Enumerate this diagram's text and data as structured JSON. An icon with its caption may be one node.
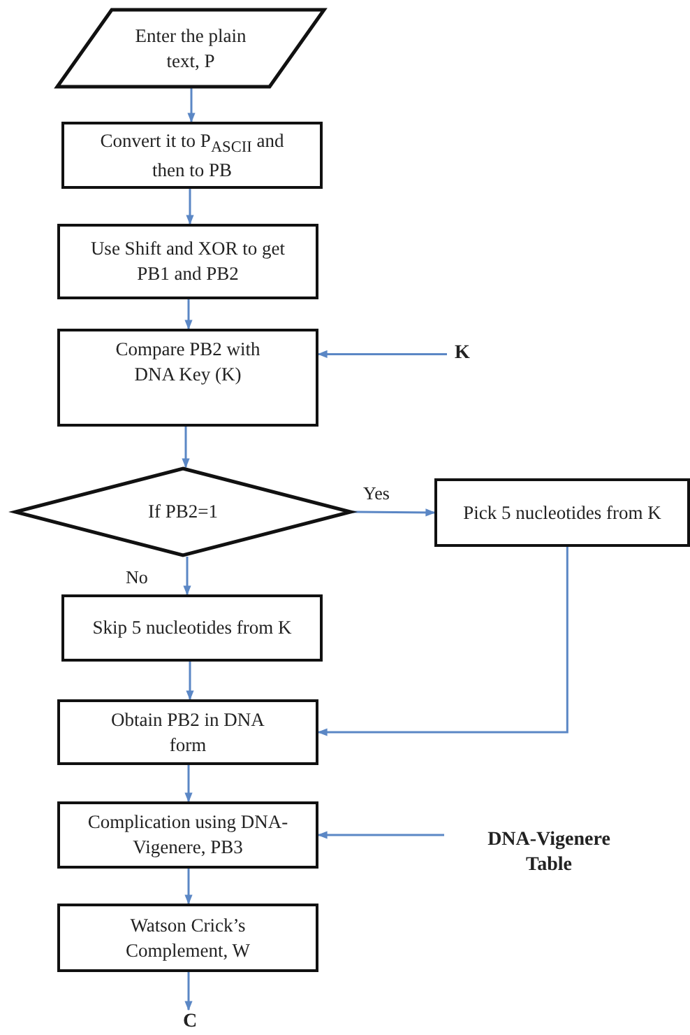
{
  "diagram": {
    "nodes": [
      {
        "text": [
          "Enter the plain text, P"
        ]
      },
      {
        "text": [
          "Convert it to P$_{ASCII}$ and then to PB"
        ]
      },
      {
        "text": [
          "Use Shift and XOR to get PB1 and PB2"
        ]
      },
      {
        "text": [
          "Compare PB2 with DNA Key (K)"
        ]
      },
      {
        "text": [
          "K"
        ]
      },
      {
        "text": [
          "If PB2=1"
        ]
      },
      {
        "text": [
          "Pick 5 nucleotides from K"
        ]
      },
      {
        "text": [
          "Skip 5 nucleotides from K"
        ]
      },
      {
        "text": [
          "Obtain PB2 in DNA form"
        ]
      },
      {
        "text": [
          "Complication using DNA-Vigenere, PB3"
        ]
      },
      {
        "text": [
          "DNA-Vigenere Table"
        ]
      },
      {
        "text": [
          "Watson Crick’s Complement, W"
        ]
      },
      {
        "text": [
          "C"
        ]
      }
    ],
    "edges": [
      {
        "from": 0,
        "to": 1,
        "arrow": "to"
      },
      {
        "from": 1,
        "to": 2,
        "arrow": "to"
      },
      {
        "from": 2,
        "to": 3,
        "arrow": "to"
      },
      {
        "from": 4,
        "to": 3,
        "arrow": "to"
      },
      {
        "from": 3,
        "to": 5,
        "arrow": "to"
      },
      {
        "from": 5,
        "to": 6,
        "label": "Yes",
        "arrow": "to"
      },
      {
        "from": 5,
        "to": 7,
        "label": "No",
        "arrow": "to"
      },
      {
        "from": 7,
        "to": 8,
        "arrow": "to"
      },
      {
        "from": 6,
        "to": 8,
        "arrow": "to"
      },
      {
        "from": 8,
        "to": 9,
        "arrow": "to"
      },
      {
        "from": 10,
        "to": 9,
        "arrow": "to"
      },
      {
        "from": 9,
        "to": 11,
        "arrow": "to"
      },
      {
        "from": 11,
        "to": 12,
        "arrow": "to"
      }
    ]
  }
}
